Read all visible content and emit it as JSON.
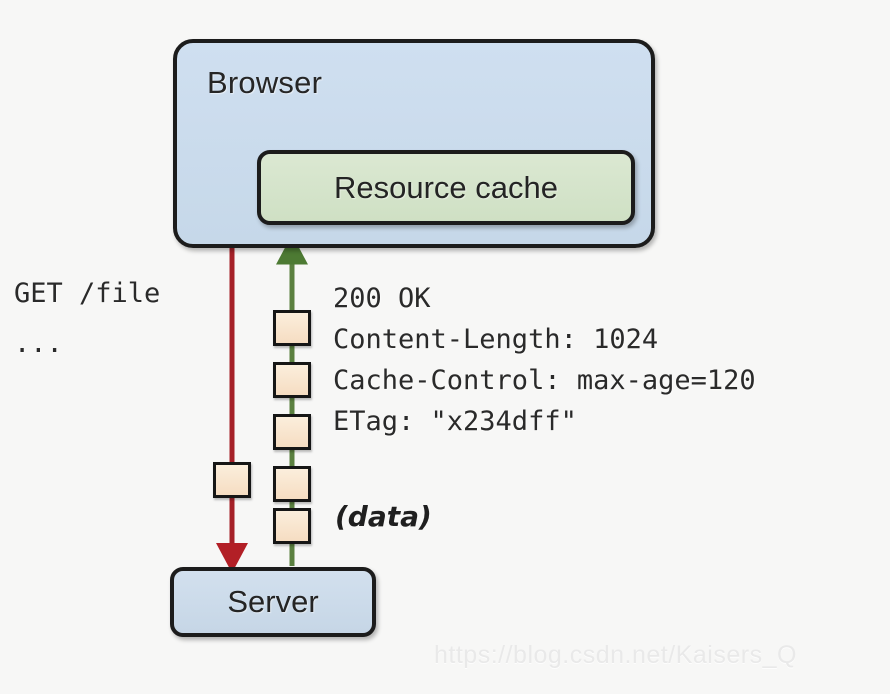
{
  "diagram": {
    "title": "Browser resource cache and HTTP request/response flow",
    "browser": {
      "label": "Browser",
      "fill_color": "#cfdff0",
      "stroke_color": "#1c1c1c"
    },
    "cache": {
      "label": "Resource cache",
      "fill_color": "#d4e3cb",
      "stroke_color": "#1c1c1c"
    },
    "server": {
      "label": "Server",
      "fill_color": "#cfdfee",
      "stroke_color": "#1c1c1c"
    },
    "arrows": {
      "request_color": "#a32229",
      "response_color": "#4f7a37",
      "store_to_cache_name": "red-curved-arrow-to-cache",
      "serve_from_cache_name": "green-curved-arrow-from-cache"
    },
    "packets": {
      "fill_color": "#f7e0c4",
      "stroke_color": "#161616",
      "request_count": 1,
      "response_count": 5
    }
  },
  "request": {
    "lines": [
      "GET /file",
      "..."
    ]
  },
  "response": {
    "lines": [
      "200 OK",
      "Content-Length: 1024",
      "Cache-Control: max-age=120",
      "ETag: \"x234dff\""
    ],
    "body_label": "(data)"
  },
  "watermark": {
    "text": "https://blog.csdn.net/Kaisers_Q"
  }
}
